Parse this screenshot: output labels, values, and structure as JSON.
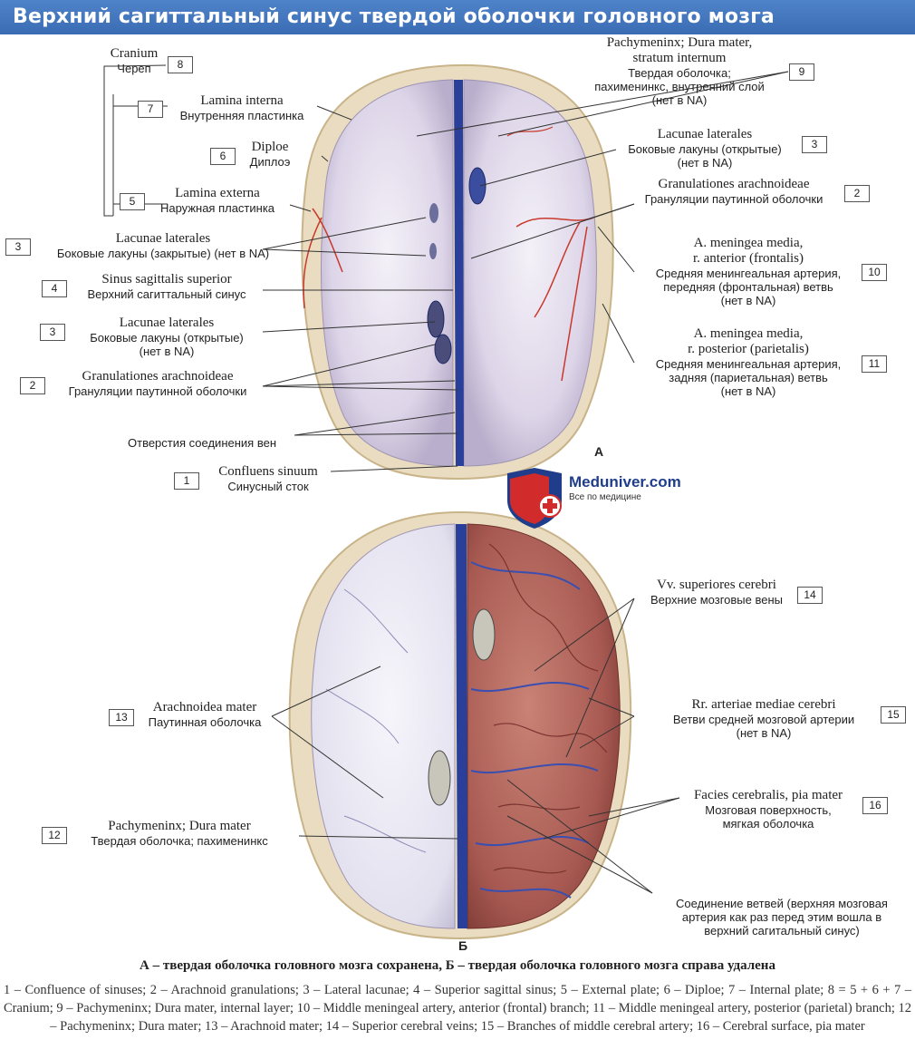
{
  "title": "Верхний сагиттальный синус твердой оболочки головного мозга",
  "figure_a_letter": "А",
  "figure_b_letter": "Б",
  "logo": {
    "name": "Meduniver.com",
    "tagline": "Все по медицине"
  },
  "labels": {
    "l8": {
      "num": "8",
      "lat": "Cranium",
      "rus": "Череп"
    },
    "l7": {
      "num": "7",
      "lat": "Lamina interna",
      "rus": "Внутренняя пластинка"
    },
    "l6": {
      "num": "6",
      "lat": "Diploe",
      "rus": "Диплоэ"
    },
    "l5": {
      "num": "5",
      "lat": "Lamina externa",
      "rus": "Наружная пластинка"
    },
    "l3a": {
      "num": "3",
      "lat": "Lacunae laterales",
      "rus": "Боковые лакуны (закрытые) (нет в NA)"
    },
    "l4": {
      "num": "4",
      "lat": "Sinus sagittalis superior",
      "rus": "Верхний сагиттальный синус"
    },
    "l3b": {
      "num": "3",
      "lat": "Lacunae laterales",
      "rus": "Боковые лакуны (открытые)",
      "rus2": "(нет в NA)"
    },
    "l2a": {
      "num": "2",
      "lat": "Granulationes arachnoideae",
      "rus": "Грануляции паутинной оболочки"
    },
    "lven": {
      "rus": "Отверстия соединения вен"
    },
    "l1": {
      "num": "1",
      "lat": "Confluens sinuum",
      "rus": "Синусный сток"
    },
    "l9": {
      "num": "9",
      "lat": "Pachymeninx; Dura mater,",
      "lat2": "stratum internum",
      "rus": "Твердая оболочка;",
      "rus2": "пахименинкс, внутренний слой",
      "rus3": "(нет в NA)"
    },
    "l3c": {
      "num": "3",
      "lat": "Lacunae laterales",
      "rus": "Боковые лакуны (открытые)",
      "rus2": "(нет в NA)"
    },
    "l2b": {
      "num": "2",
      "lat": "Granulationes arachnoideae",
      "rus": "Грануляции паутинной оболочки"
    },
    "l10": {
      "num": "10",
      "lat": "A. meningea media,",
      "lat2": "r. anterior (frontalis)",
      "rus": "Средняя менингеальная артерия,",
      "rus2": "передняя (фронтальная) ветвь",
      "rus3": "(нет в NA)"
    },
    "l11": {
      "num": "11",
      "lat": "A. meningea media,",
      "lat2": "r. posterior (parietalis)",
      "rus": "Средняя менингеальная артерия,",
      "rus2": "задняя (париетальная) ветвь",
      "rus3": "(нет в NA)"
    },
    "l14": {
      "num": "14",
      "lat": "Vv. superiores cerebri",
      "rus": "Верхние мозговые вены"
    },
    "l13": {
      "num": "13",
      "lat": "Arachnoidea mater",
      "rus": "Паутинная оболочка"
    },
    "l15": {
      "num": "15",
      "lat": "Rr. arteriae mediae cerebri",
      "rus": "Ветви средней мозговой артерии",
      "rus2": "(нет в NA)"
    },
    "l16": {
      "num": "16",
      "lat": "Facies cerebralis, pia mater",
      "rus": "Мозговая поверхность,",
      "rus2": "мягкая оболочка"
    },
    "l12": {
      "num": "12",
      "lat": "Pachymeninx; Dura mater",
      "rus": "Твердая оболочка; пахименинкс"
    },
    "lconn": {
      "rus": "Соединение ветвей (верхняя мозговая",
      "rus2": "артерия как раз перед этим вошла в",
      "rus3": "верхний сагитальный синус)"
    }
  },
  "caption": "А – твердая оболочка головного мозга сохранена, Б – твердая оболочка головного мозга справа удалена",
  "legend": "1 – Confluence of sinuses; 2 – Arachnoid granulations; 3 – Lateral lacunae; 4 – Superior sagittal sinus; 5 – External plate; 6 – Diploe; 7 – Internal plate; 8 = 5 + 6 + 7 – Cranium; 9 – Pachymeninx; Dura mater, internal layer; 10 – Middle meningeal artery, anterior (frontal) branch; 11 – Middle meningeal artery, posterior (parietal) branch; 12 – Pachymeninx; Dura mater; 13 – Arachnoid mater; 14 – Superior cerebral veins; 15 – Branches of middle cerebral artery; 16 – Cerebral surface, pia mater",
  "colors": {
    "title_bar": "#3f72bb",
    "sinus": "#2a3f9a",
    "dura": "#e6dfee",
    "bone": "#e9dcc0",
    "brain": "#b5675e",
    "artery": "#c8392b"
  }
}
